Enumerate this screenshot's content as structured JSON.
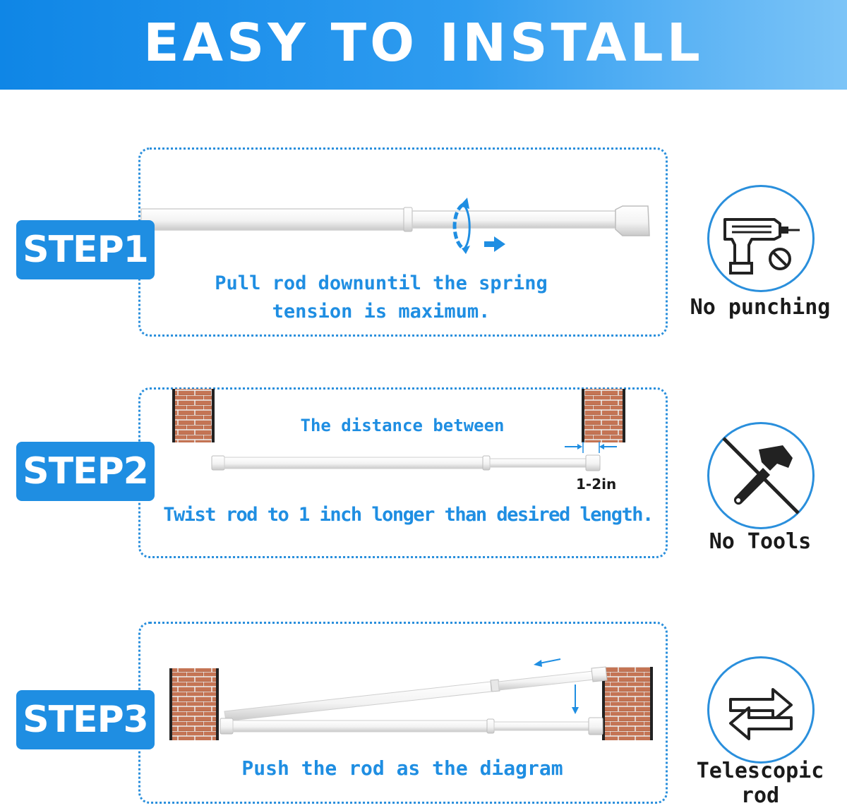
{
  "header": {
    "title": "EASY TO INSTALL",
    "color": "#1f8ee2"
  },
  "steps": [
    {
      "badge": "STEP1",
      "line1": "Pull rod downuntil the spring",
      "line2": "tension is maximum."
    },
    {
      "badge": "STEP2",
      "caption": "The distance between",
      "gap_label": "1-2in",
      "instruction": "Twist rod to 1 inch longer than desired length."
    },
    {
      "badge": "STEP3",
      "instruction": "Push the rod as the diagram"
    }
  ],
  "features": [
    {
      "icon": "drill-no-punching-icon",
      "label": "No punching"
    },
    {
      "icon": "hammer-crossed-icon",
      "label": "No Tools"
    },
    {
      "icon": "swap-arrows-icon",
      "label": "Telescopic rod"
    }
  ]
}
